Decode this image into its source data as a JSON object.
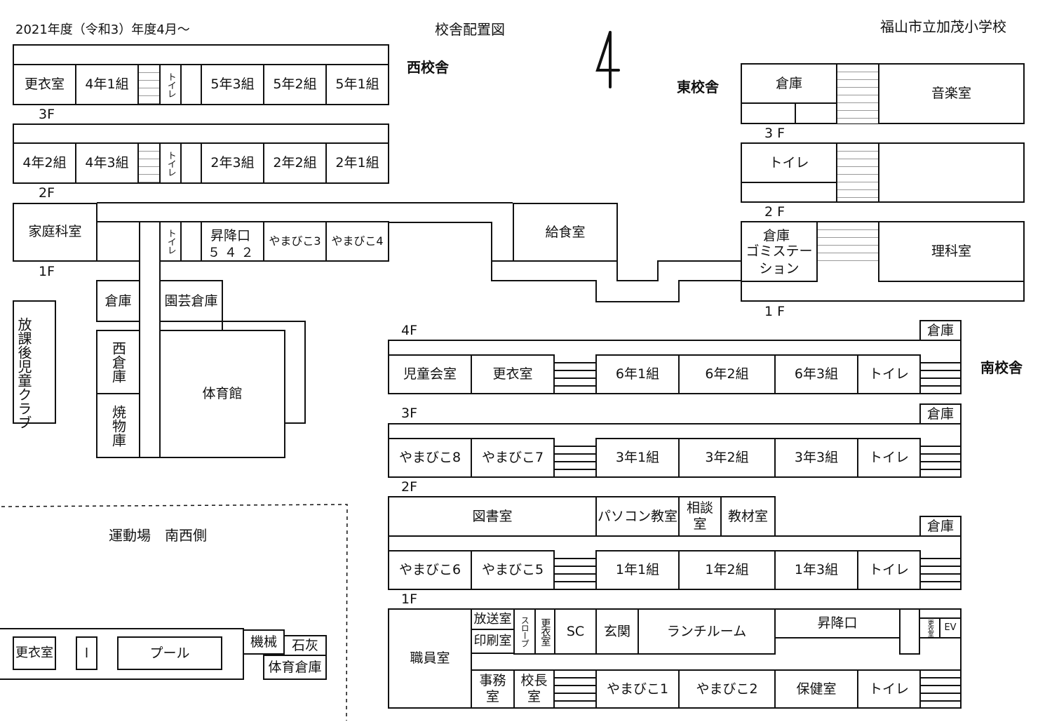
{
  "header": {
    "period": "2021年度（令和3）年度4月～",
    "title": "校舎配置図",
    "school": "福山市立加茂小学校",
    "compass": "north-arrow-icon"
  },
  "west": {
    "label": "西校舎",
    "f3": [
      "更衣室",
      "4年1組",
      "トイレ",
      "5年3組",
      "5年2組",
      "5年1組"
    ],
    "f3_label": "3F",
    "f2": [
      "4年2組",
      "4年3組",
      "トイレ",
      "2年3組",
      "2年2組",
      "2年1組"
    ],
    "f2_label": "2F",
    "f1": {
      "home_ec": "家庭科室",
      "toilet": "トイレ",
      "entrance": "昇降口",
      "entrance_nums": "５ ４ ２",
      "yamabiko3": "やまびこ3",
      "yamabiko4": "やまびこ4"
    },
    "f1_label": "1F",
    "kitchen": "給食室"
  },
  "annex": {
    "storage": "倉庫",
    "garden_storage": "園芸倉庫",
    "west_storage": "西倉庫",
    "kiln_storage": "焼物庫",
    "gym": "体育館",
    "after_school": "放課後児童クラブ"
  },
  "east": {
    "label": "東校舎",
    "f3": {
      "storage": "倉庫",
      "music": "音楽室"
    },
    "f3_label": "3 F",
    "f2": {
      "toilet": "トイレ"
    },
    "f2_label": "2 F",
    "f1": {
      "storage": "倉庫",
      "garbage": "ゴミステーション",
      "science": "理科室"
    },
    "f1_label": "1 F"
  },
  "south": {
    "label": "南校舎",
    "f4_label": "4F",
    "f4": [
      "児童会室",
      "更衣室",
      "6年1組",
      "6年2組",
      "6年3組",
      "トイレ"
    ],
    "f4_storage": "倉庫",
    "f3_label": "3F",
    "f3": [
      "やまびこ8",
      "やまびこ7",
      "3年1組",
      "3年2組",
      "3年3組",
      "トイレ"
    ],
    "f3_storage": "倉庫",
    "f2_label": "2F",
    "f2_top": {
      "library": "図書室",
      "pc": "パソコン教室",
      "counsel": "相談室",
      "materials": "教材室"
    },
    "f2": [
      "やまびこ6",
      "やまびこ5",
      "1年1組",
      "1年2組",
      "1年3組",
      "トイレ"
    ],
    "f2_storage": "倉庫",
    "f1_label": "1F",
    "f1": {
      "staff": "職員室",
      "broadcast": "放送室",
      "print": "印刷室",
      "slope": "スロープ",
      "changing": "更衣室",
      "sc": "SC",
      "entrance": "玄関",
      "lunch": "ランチルーム",
      "shoe": "昇降口",
      "small_changing": "更衣室",
      "ev": "EV",
      "office": "事務室",
      "principal": "校長室",
      "yamabiko1": "やまびこ1",
      "yamabiko2": "やまびこ2",
      "nurse": "保健室",
      "toilet": "トイレ"
    }
  },
  "ground": {
    "label": "運動場　南西側",
    "changing": "更衣室",
    "marker": "l",
    "pool": "プール",
    "machine": "機械",
    "lime": "石灰",
    "gym_storage": "体育倉庫"
  }
}
